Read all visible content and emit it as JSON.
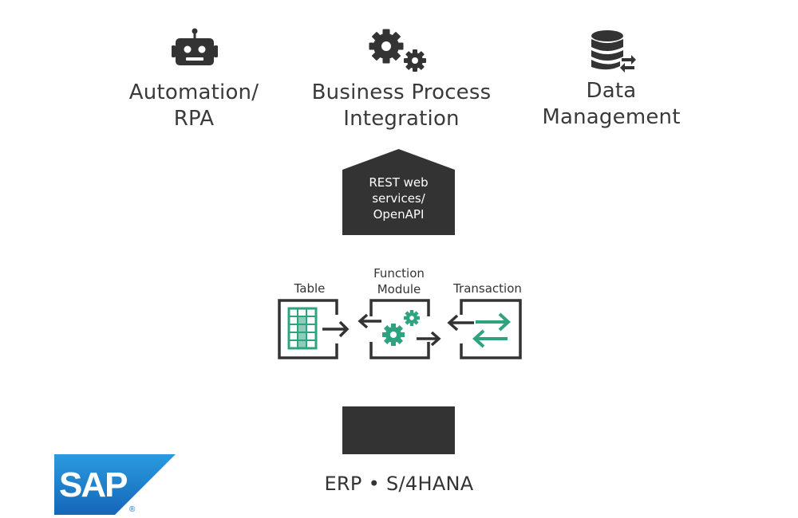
{
  "categories": {
    "automation": {
      "lines": [
        "Automation/",
        "RPA"
      ],
      "icon": "robot-icon"
    },
    "bpi": {
      "lines": [
        "Business Process",
        "Integration"
      ],
      "icon": "gears-icon"
    },
    "data_mgmt": {
      "lines": [
        "Data",
        "Management"
      ],
      "icon": "database-sync-icon"
    }
  },
  "api_box": {
    "lines": [
      "REST web",
      "services/",
      "OpenAPI"
    ]
  },
  "objects": {
    "table": {
      "lines": [
        "Table"
      ],
      "icon": "table-export-icon"
    },
    "function_module": {
      "lines": [
        "Function",
        "Module"
      ],
      "icon": "function-module-icon"
    },
    "transaction": {
      "lines": [
        "Transaction"
      ],
      "icon": "transaction-icon"
    }
  },
  "system": {
    "label": "ERP • S/4HANA"
  },
  "logo": {
    "text": "SAP",
    "mark": "®"
  },
  "colors": {
    "dark": "#333333",
    "accent": "#2fa37f",
    "sap_blue": "#1a6fc4"
  }
}
